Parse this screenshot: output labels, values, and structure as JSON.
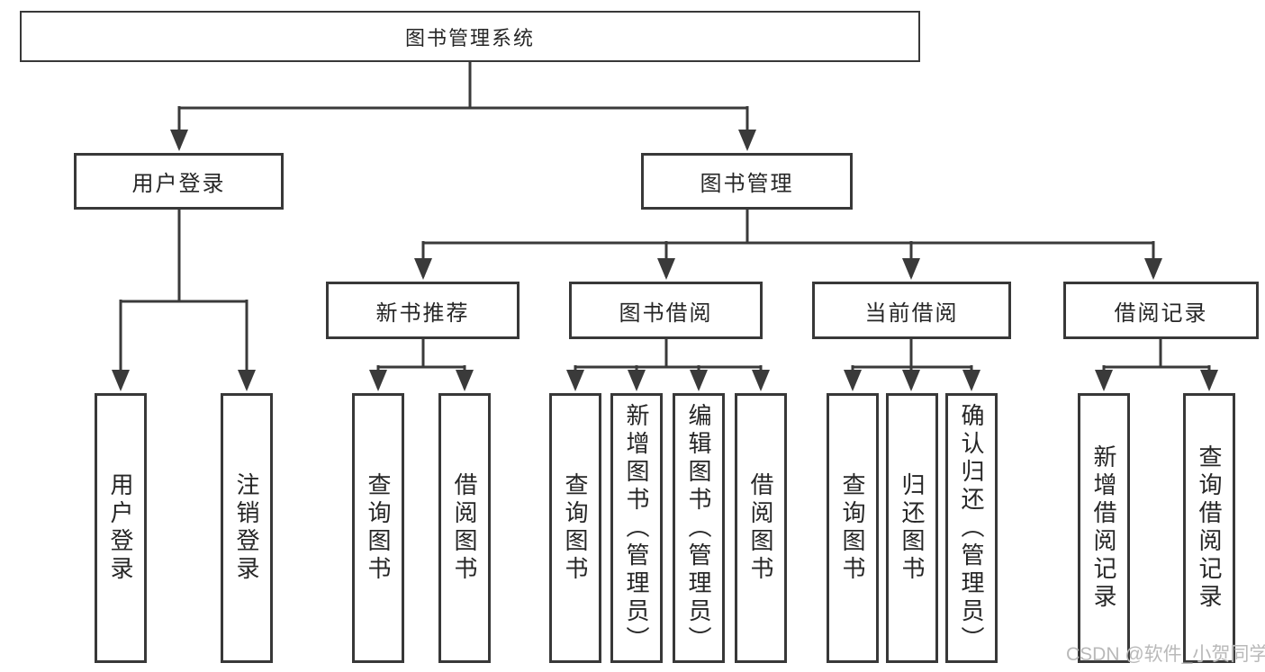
{
  "diagram_title": "图书管理系统",
  "tree": {
    "label": "图书管理系统",
    "children": [
      {
        "label": "用户登录",
        "children": [
          {
            "label": "用户登录"
          },
          {
            "label": "注销登录"
          }
        ]
      },
      {
        "label": "图书管理",
        "children": [
          {
            "label": "新书推荐",
            "children": [
              {
                "label": "查询图书"
              },
              {
                "label": "借阅图书"
              }
            ]
          },
          {
            "label": "图书借阅",
            "children": [
              {
                "label": "查询图书"
              },
              {
                "label": "新增图书（管理员）"
              },
              {
                "label": "编辑图书（管理员）"
              },
              {
                "label": "借阅图书"
              }
            ]
          },
          {
            "label": "当前借阅",
            "children": [
              {
                "label": "查询图书"
              },
              {
                "label": "归还图书"
              },
              {
                "label": "确认归还（管理员）"
              }
            ]
          },
          {
            "label": "借阅记录",
            "children": [
              {
                "label": "新增借阅记录"
              },
              {
                "label": "查询借阅记录"
              }
            ]
          }
        ]
      }
    ]
  },
  "watermark": {
    "text": "CSDN @软件_小贺同学"
  },
  "colors": {
    "background": "#ffffff",
    "box_fill": "#ffffff",
    "box_border": "#383838",
    "line": "#3a3a3a",
    "text": "#262626",
    "watermark": "#b9b9b9"
  }
}
